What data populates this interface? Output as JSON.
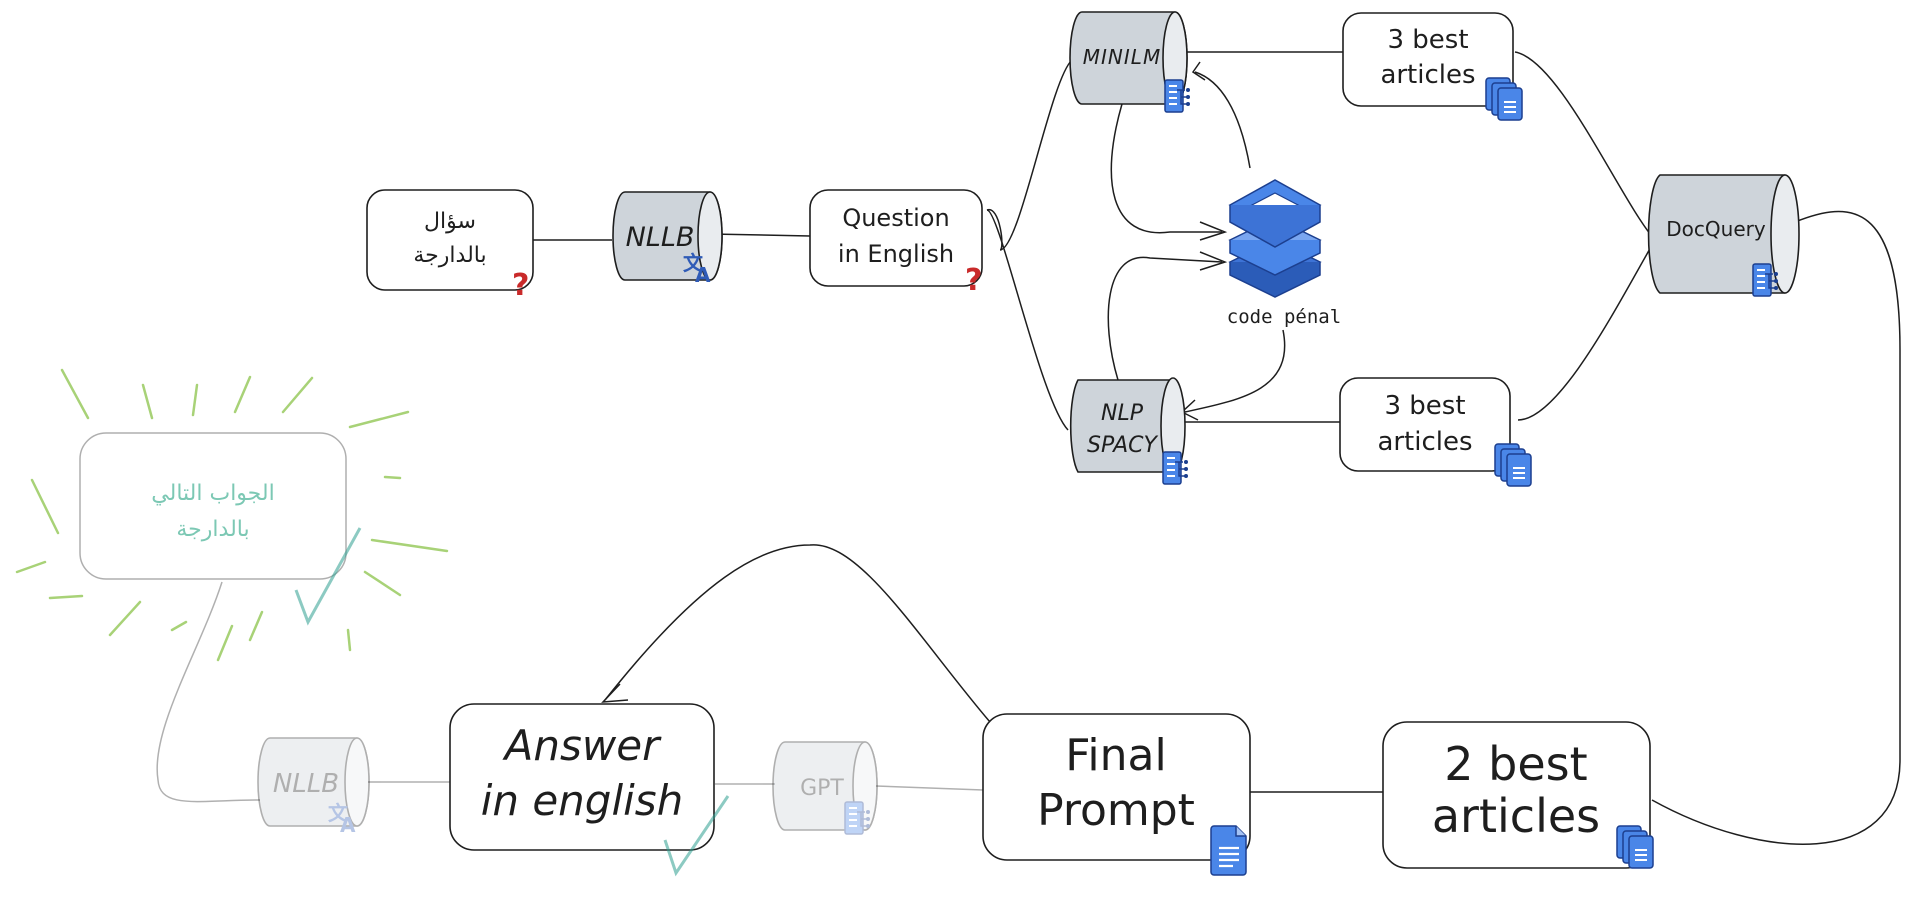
{
  "nodes": {
    "question_darija": {
      "line1": "سؤال",
      "line2": "بالدارجة"
    },
    "nllb_top": {
      "label": "NLLB"
    },
    "question_english": {
      "line1": "Question",
      "line2": "in English"
    },
    "minilm": {
      "label": "MINILM"
    },
    "nlp_spacy": {
      "line1": "NLP",
      "line2": "SPACY"
    },
    "code_penal": {
      "label": "code pénal"
    },
    "best_articles_top": {
      "line1": "3 best",
      "line2": "articles"
    },
    "best_articles_mid": {
      "line1": "3 best",
      "line2": "articles"
    },
    "docquery": {
      "label": "DocQuery"
    },
    "two_best_articles": {
      "line1": "2 best",
      "line2": "articles"
    },
    "final_prompt": {
      "line1": "Final",
      "line2": "Prompt"
    },
    "gpt": {
      "label": "GPT"
    },
    "answer_english": {
      "line1": "Answer",
      "line2": "in english"
    },
    "nllb_bottom": {
      "label": "NLLB"
    },
    "answer_darija": {
      "line1": "الجواب التالي",
      "line2": "بالدارجة"
    }
  },
  "marks": {
    "question": "?"
  },
  "colors": {
    "stroke": "#1e1e1e",
    "cylinder_fill": "#ced4da",
    "icon_blue": "#4a86e8",
    "question_mark": "#c92a2a",
    "faded_text": "#7cc8b4",
    "burst": "#8bc34a"
  },
  "icons": [
    "translate-icon",
    "model-icon",
    "documents-icon",
    "document-icon",
    "database-icon",
    "checkmark-icon"
  ]
}
